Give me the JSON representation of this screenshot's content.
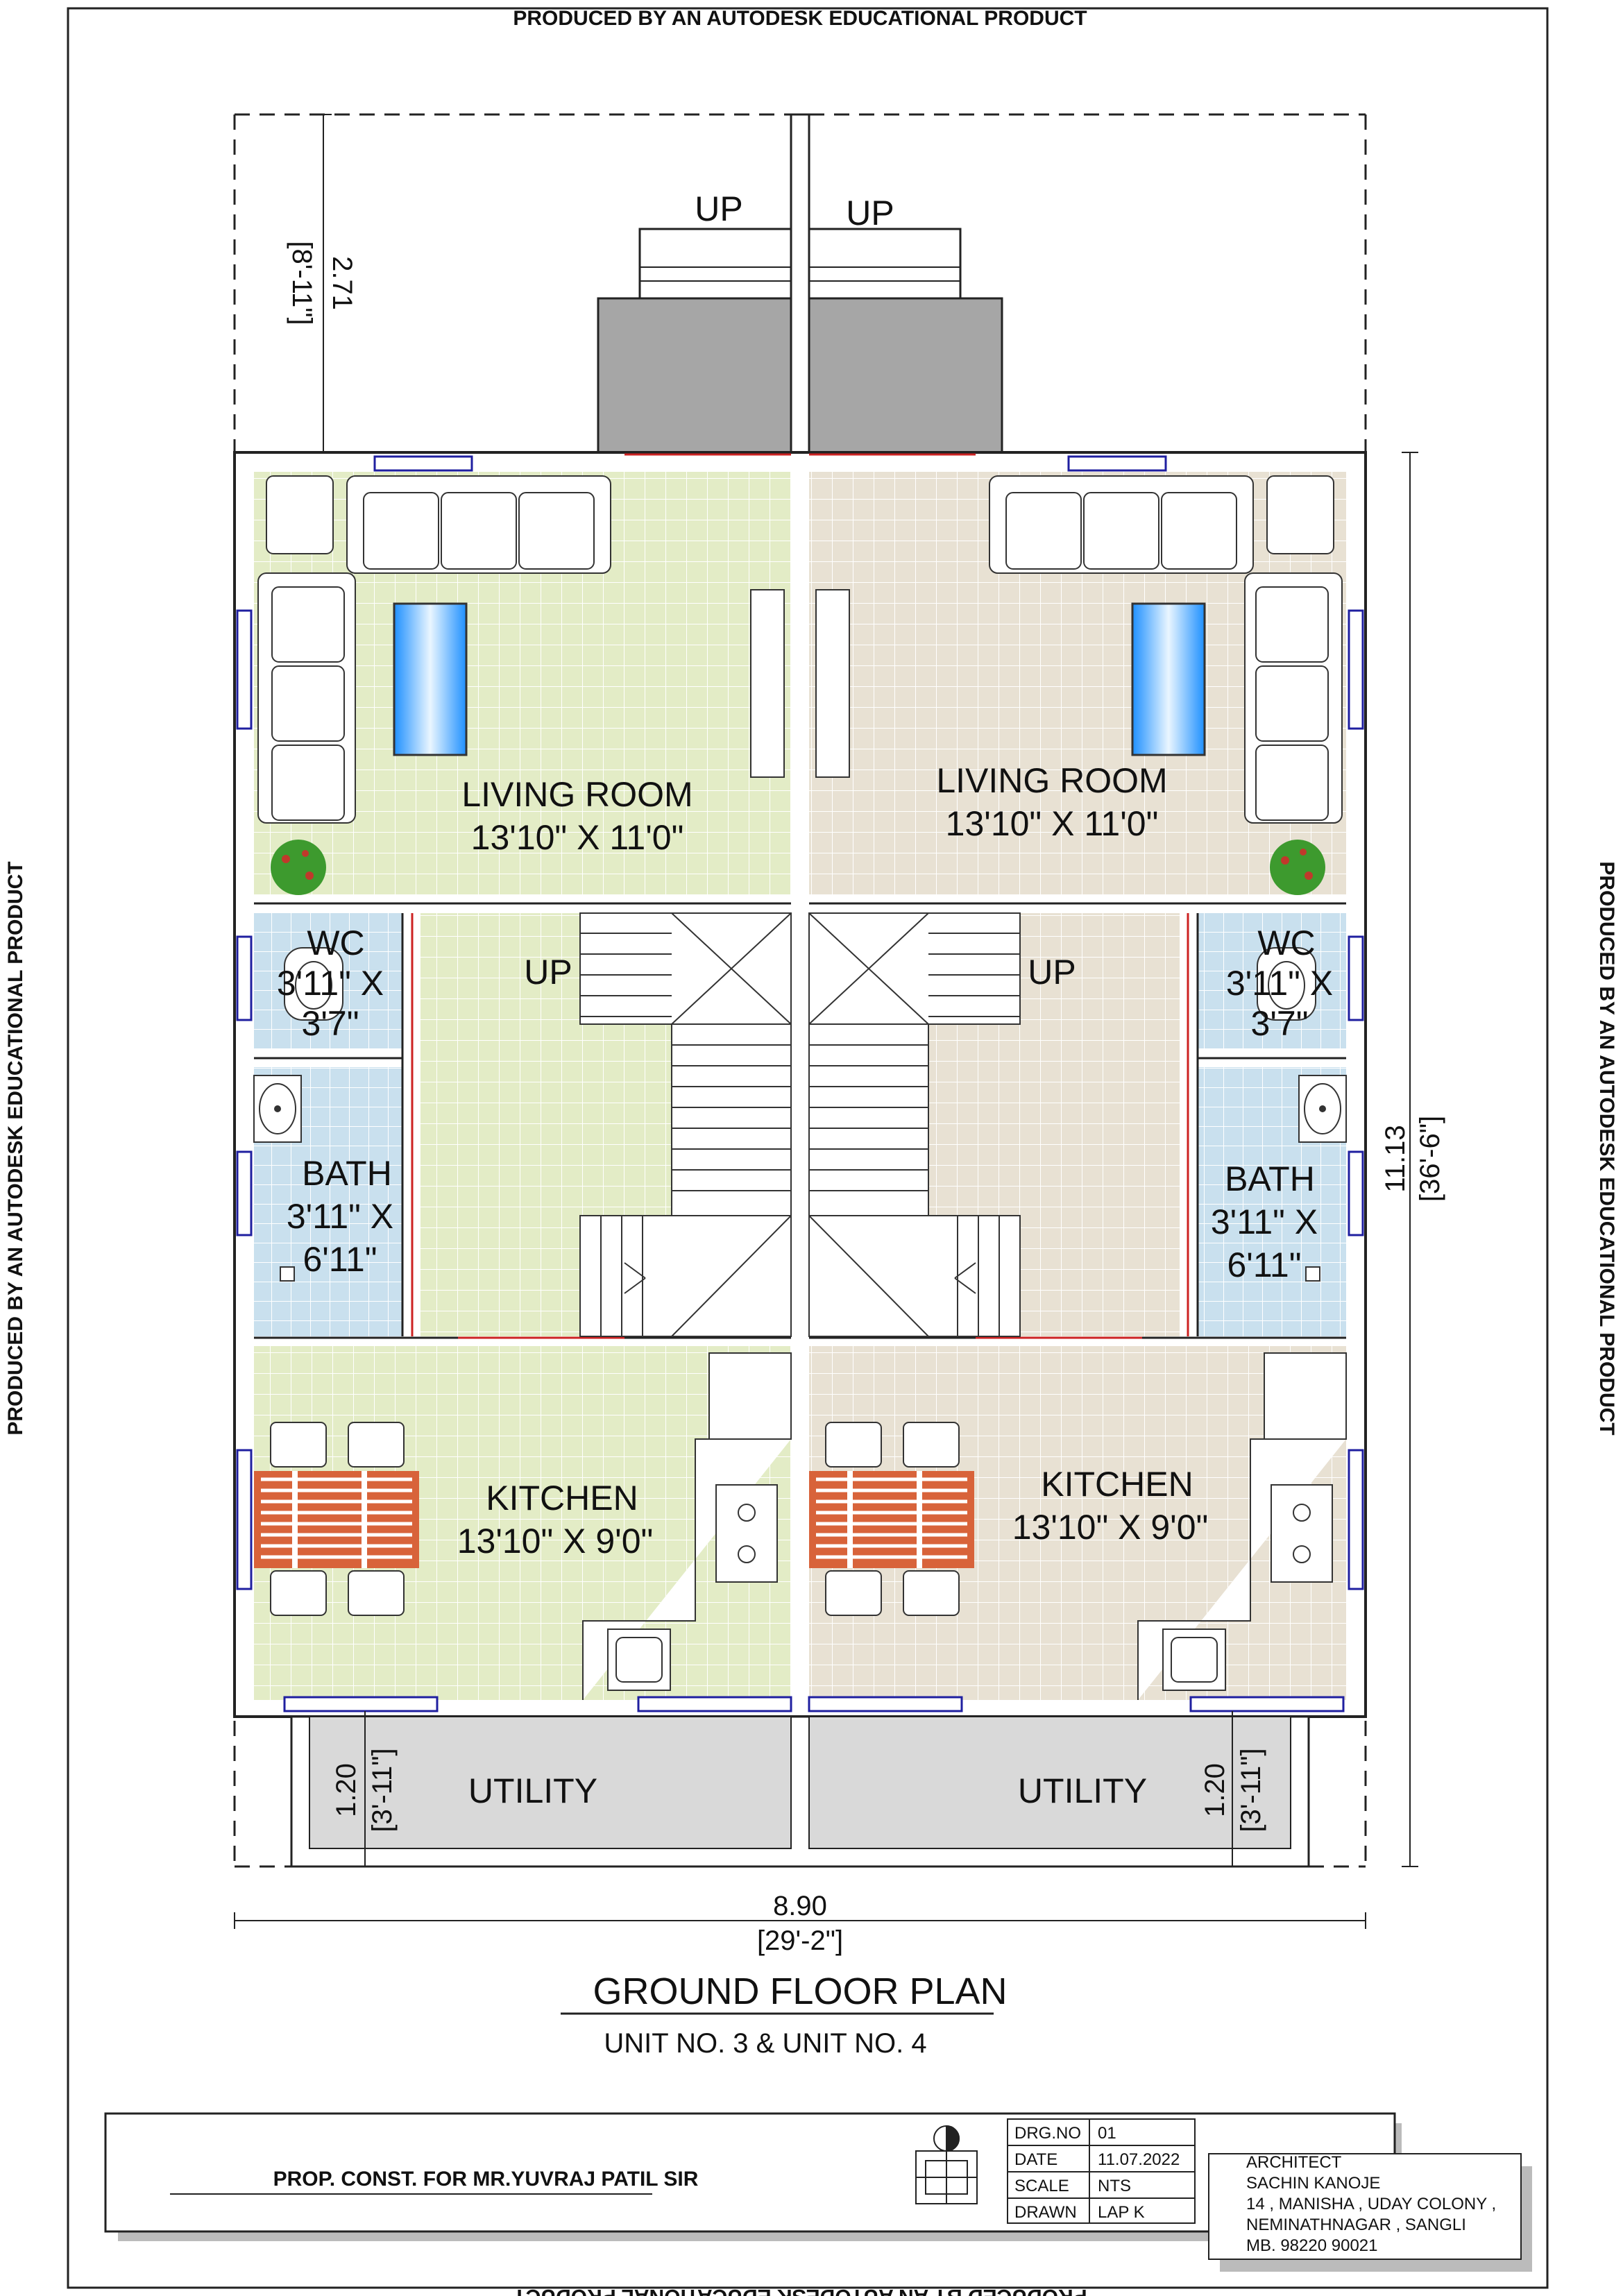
{
  "watermark": "PRODUCED BY AN AUTODESK EDUCATIONAL PRODUCT",
  "plan": {
    "title": "GROUND FLOOR PLAN",
    "subtitle": "UNIT NO. 3 & UNIT NO. 4",
    "up_labels": [
      "UP",
      "UP",
      "UP",
      "UP"
    ],
    "units": [
      {
        "living_name": "LIVING ROOM",
        "living_size": "13'10\" X 11'0\"",
        "wc_name": "WC",
        "wc_size_1": "3'11\" X",
        "wc_size_2": "3'7\"",
        "bath_name": "BATH",
        "bath_size_1": "3'11\" X",
        "bath_size_2": "6'11\"",
        "kitchen_name": "KITCHEN",
        "kitchen_size": "13'10\" X 9'0\"",
        "utility_name": "UTILITY"
      },
      {
        "living_name": "LIVING ROOM",
        "living_size": "13'10\" X 11'0\"",
        "wc_name": "WC",
        "wc_size_1": "3'11\" X",
        "wc_size_2": "3'7\"",
        "bath_name": "BATH",
        "bath_size_1": "3'11\" X",
        "bath_size_2": "6'11\"",
        "kitchen_name": "KITCHEN",
        "kitchen_size": "13'10\" X 9'0\"",
        "utility_name": "UTILITY"
      }
    ],
    "dimensions": {
      "front_m": "2.71",
      "front_ft": "[8'-11\"]",
      "depth_m": "11.13",
      "depth_ft": "[36'-6\"]",
      "width_m": "8.90",
      "width_ft": "[29'-2\"]",
      "utility_left_m": "1.20",
      "utility_left_ft": "[3'-11\"]",
      "utility_right_m": "1.20",
      "utility_right_ft": "[3'-11\"]"
    }
  },
  "title_block": {
    "project": "PROP. CONST. FOR MR.YUVRAJ PATIL SIR",
    "fields": [
      {
        "label": "DRG.NO",
        "value": "01"
      },
      {
        "label": "DATE",
        "value": "11.07.2022"
      },
      {
        "label": "SCALE",
        "value": "NTS"
      },
      {
        "label": "DRAWN",
        "value": "LAP K"
      }
    ],
    "architect": [
      "ARCHITECT",
      "SACHIN KANOJE",
      "14 , MANISHA , UDAY COLONY ,",
      "NEMINATHNAGAR , SANGLI",
      "MB. 98220 90021"
    ]
  },
  "colors": {
    "unit_left_floor": "#e3ecc6",
    "unit_right_floor": "#e8e1d3",
    "wet_area": "#c9e0ee",
    "utility": "#d9d9d9",
    "porch": "#a6a6a6",
    "window": "#1f1fa0",
    "table": "#d8633a",
    "partition": "#cc2222"
  }
}
